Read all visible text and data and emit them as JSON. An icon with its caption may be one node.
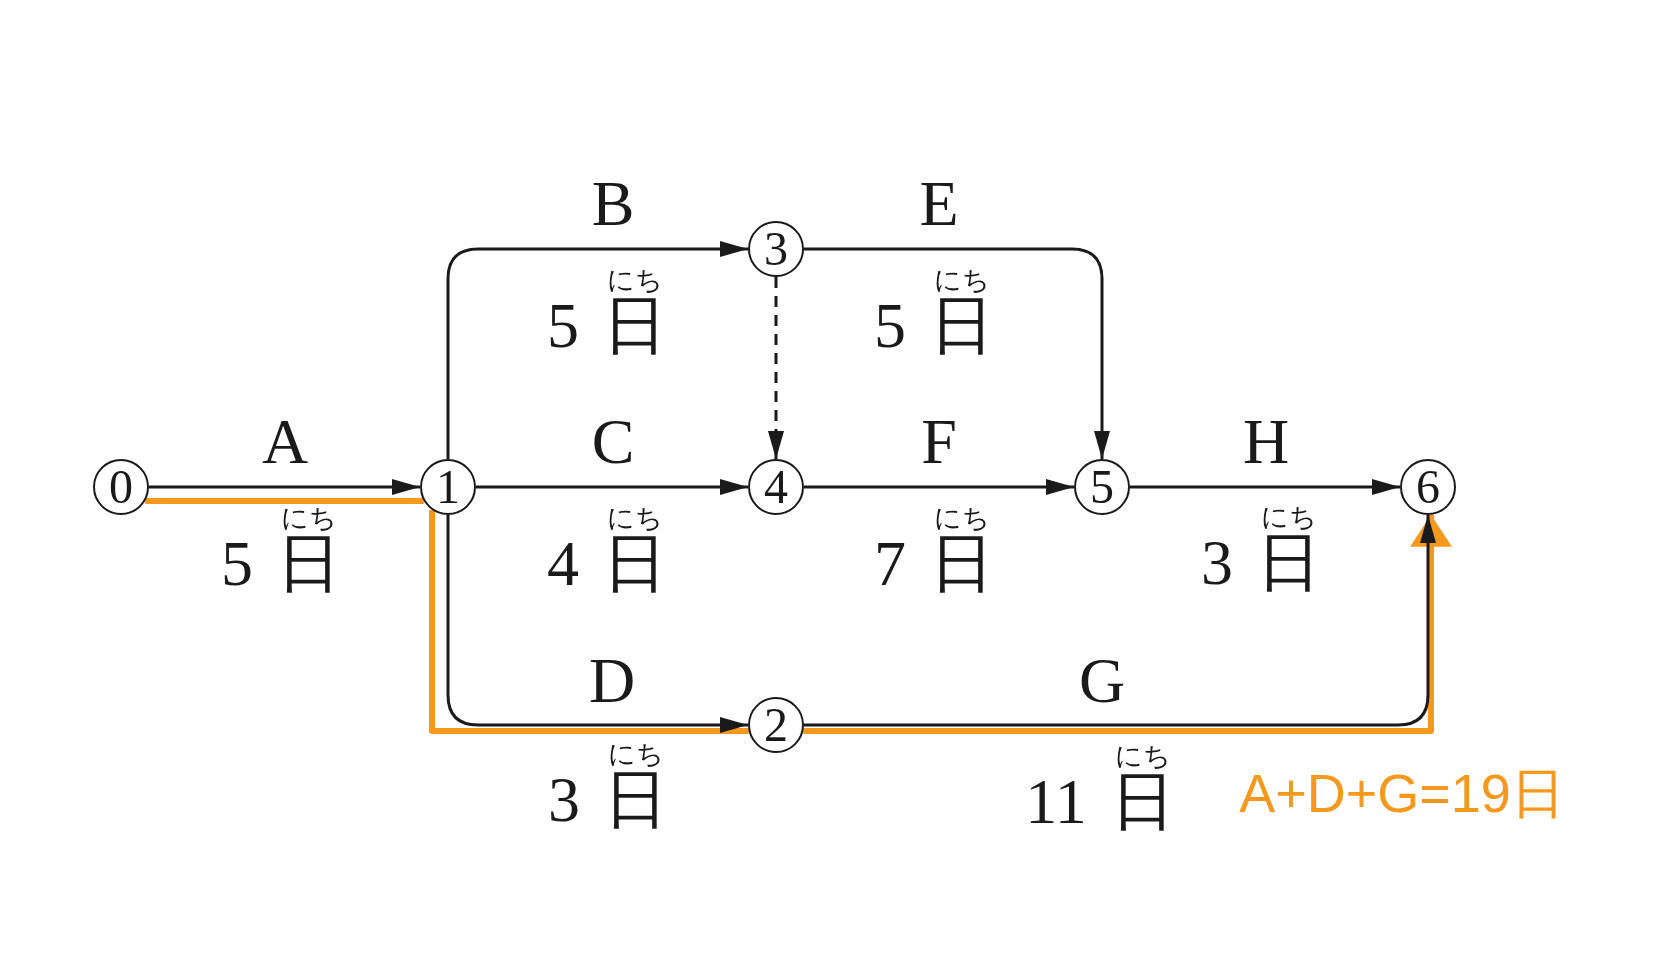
{
  "diagram": {
    "nodes": [
      {
        "text": [
          "0"
        ]
      },
      {
        "text": [
          "1"
        ]
      },
      {
        "text": [
          "2"
        ]
      },
      {
        "text": [
          "3"
        ]
      },
      {
        "text": [
          "4"
        ]
      },
      {
        "text": [
          "5"
        ]
      },
      {
        "text": [
          "6"
        ]
      }
    ],
    "edges": [
      {
        "from": 0,
        "to": 1,
        "arrow": "to",
        "label": "A"
      },
      {
        "from": 1,
        "to": 3,
        "arrow": "to",
        "label": "B"
      },
      {
        "from": 1,
        "to": 4,
        "arrow": "to",
        "label": "C"
      },
      {
        "from": 1,
        "to": 2,
        "arrow": "to",
        "label": "D"
      },
      {
        "from": 3,
        "to": 5,
        "arrow": "to",
        "label": "E"
      },
      {
        "from": 3,
        "to": 4,
        "arrow": "to",
        "style": "dashed"
      },
      {
        "from": 4,
        "to": 5,
        "arrow": "to",
        "label": "F"
      },
      {
        "from": 2,
        "to": 6,
        "arrow": "to",
        "label": "G"
      },
      {
        "from": 5,
        "to": 6,
        "arrow": "to",
        "label": "H"
      },
      {
        "from": 0,
        "to": 1,
        "arrow": "none",
        "style": "thick",
        "color": "#f5981e"
      },
      {
        "from": 1,
        "to": 2,
        "arrow": "none",
        "style": "thick",
        "color": "#f5981e"
      },
      {
        "from": 2,
        "to": 6,
        "arrow": "to",
        "style": "thick",
        "color": "#f5981e"
      }
    ],
    "labels": [
      "にち",
      "5 日",
      "にち",
      "5 日",
      "にち",
      "5 日",
      "にち",
      "4 日",
      "にち",
      "7 日",
      "にち",
      "3 日",
      "にち",
      "3 日",
      "にち",
      "11 日",
      "A+D+G=19日"
    ]
  }
}
